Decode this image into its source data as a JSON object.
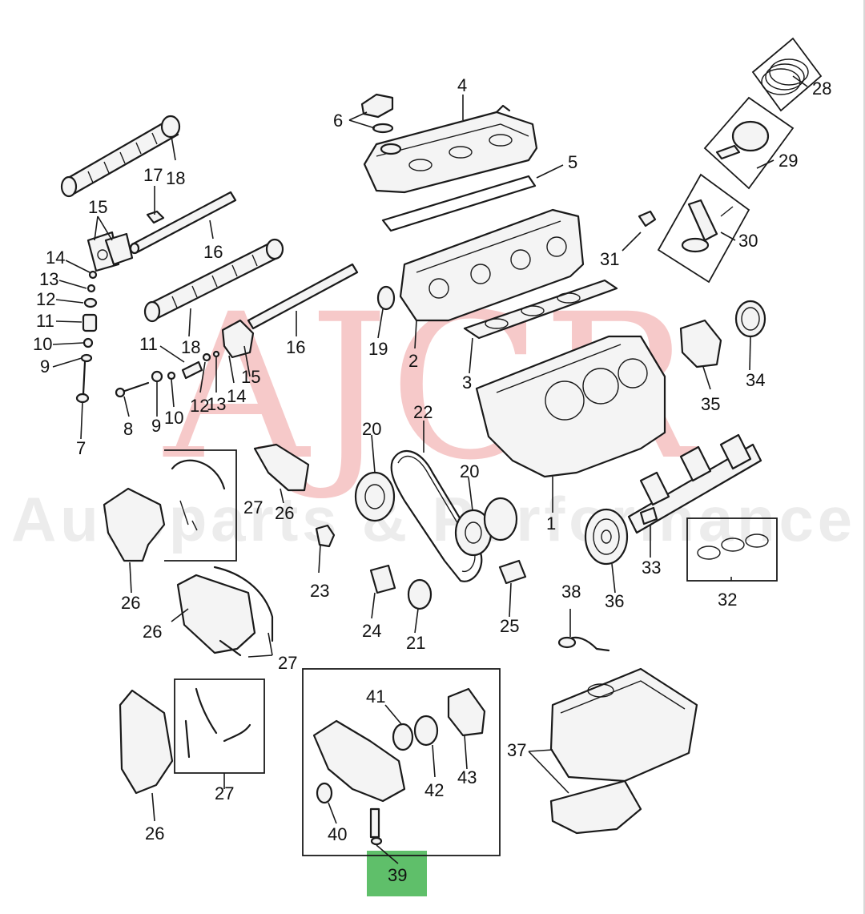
{
  "watermark": {
    "logo_text": "AJCR",
    "tagline": "Autoparts & Performance"
  },
  "highlight": {
    "part_number": "39",
    "color": "#5fbf6a"
  },
  "callouts": {
    "c1": "1",
    "c2": "2",
    "c3": "3",
    "c4": "4",
    "c5": "5",
    "c6": "6",
    "c7": "7",
    "c8": "8",
    "c9a": "9",
    "c9b": "9",
    "c10a": "10",
    "c10b": "10",
    "c11a": "11",
    "c11b": "11",
    "c12a": "12",
    "c12b": "12",
    "c13a": "13",
    "c13b": "13",
    "c14a": "14",
    "c14b": "14",
    "c15a": "15",
    "c15b": "15",
    "c16a": "16",
    "c16b": "16",
    "c17": "17",
    "c18a": "18",
    "c18b": "18",
    "c19": "19",
    "c20a": "20",
    "c20b": "20",
    "c21": "21",
    "c22": "22",
    "c23": "23",
    "c24": "24",
    "c25": "25",
    "c26a": "26",
    "c26b": "26",
    "c26c": "26",
    "c26d": "26",
    "c27a": "27",
    "c27b": "27",
    "c27c": "27",
    "c28": "28",
    "c29": "29",
    "c30": "30",
    "c31": "31",
    "c32": "32",
    "c33": "33",
    "c34": "34",
    "c35": "35",
    "c36": "36",
    "c37": "37",
    "c38": "38",
    "c39": "39",
    "c40": "40",
    "c41": "41",
    "c42": "42",
    "c43": "43"
  }
}
